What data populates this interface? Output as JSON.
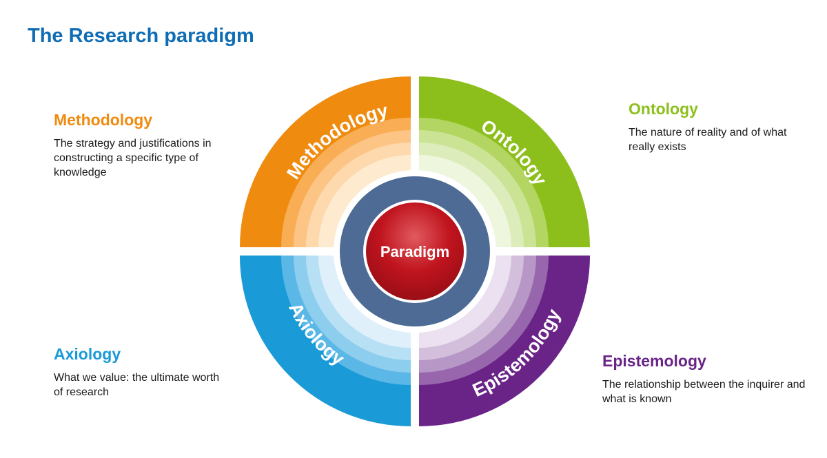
{
  "title": "The Research paradigm",
  "colors": {
    "title": "#0f6db5",
    "methodology": "#ef8b0f",
    "ontology": "#8dbf1c",
    "axiology": "#1a9ad6",
    "epistemology": "#6a2487",
    "center_ring": "#4d6b94",
    "center_core": "#c0141e"
  },
  "center": {
    "label": "Paradigm"
  },
  "quadrants": {
    "methodology": {
      "arc_label": "Methodology",
      "heading": "Methodology",
      "description": "The strategy and justifications in constructing a specific type of knowledge"
    },
    "ontology": {
      "arc_label": "Ontology",
      "heading": "Ontology",
      "description": "The nature of reality and of what really exists"
    },
    "axiology": {
      "arc_label": "Axiology",
      "heading": "Axiology",
      "description": "What we value: the ultimate worth of research"
    },
    "epistemology": {
      "arc_label": "Epistemology",
      "heading": "Epistemology",
      "description": "The relationship between the inquirer and what is known"
    }
  }
}
